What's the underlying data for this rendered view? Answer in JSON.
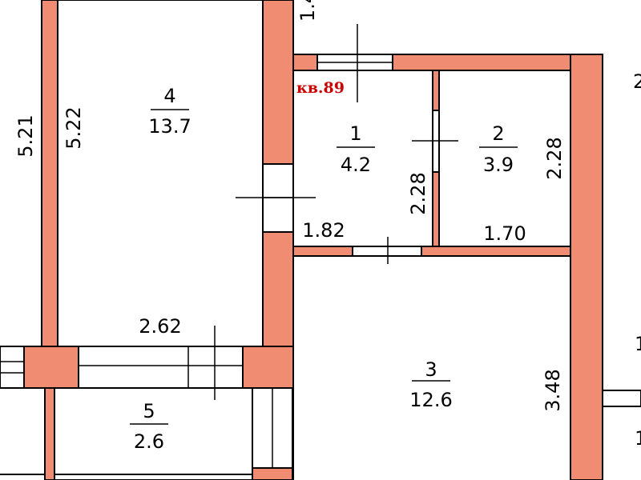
{
  "apartment_label": "кв.89",
  "rooms": [
    {
      "id": "4",
      "number": "4",
      "area": "13.7"
    },
    {
      "id": "1",
      "number": "1",
      "area": "4.2"
    },
    {
      "id": "2",
      "number": "2",
      "area": "3.9"
    },
    {
      "id": "3",
      "number": "3",
      "area": "12.6"
    },
    {
      "id": "5",
      "number": "5",
      "area": "2.6"
    }
  ],
  "dimensions": {
    "left_wall": "5.21",
    "room4_height": "5.22",
    "room4_width": "2.62",
    "room1_width": "1.82",
    "room1_height": "2.28",
    "room2_width": "1.70",
    "room2_height": "2.28",
    "room3_height": "3.48",
    "top_partial": "1.4",
    "right_partial_top": "2",
    "right_partial_mid": "1",
    "right_partial_bottom": "1"
  }
}
